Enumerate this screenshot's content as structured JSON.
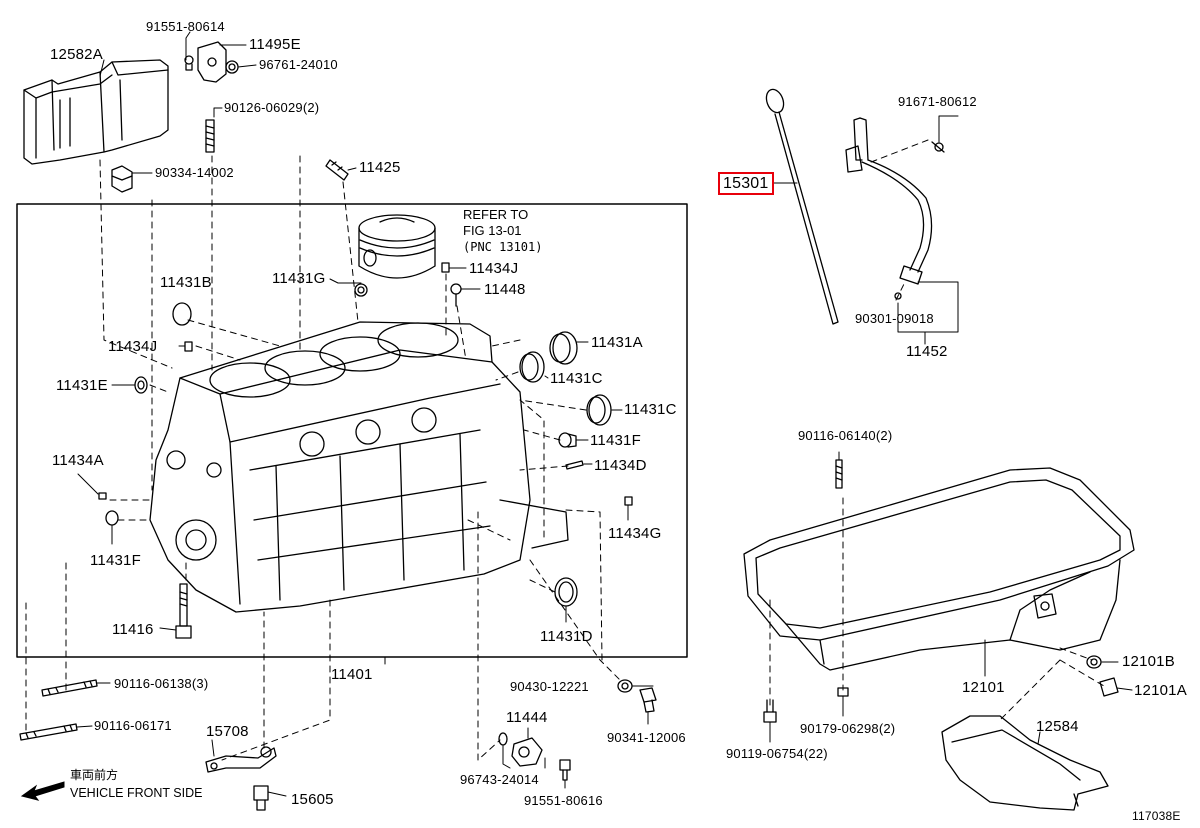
{
  "diagram_id": "117038E",
  "reference": {
    "line1": "REFER TO",
    "line2": "FIG 13-01",
    "line3": "(PNC 13101)"
  },
  "front_note": {
    "japanese": "車両前方",
    "english": "VEHICLE FRONT SIDE"
  },
  "highlight_color": "#e8000b",
  "parts": {
    "p12582A": "12582A",
    "p91551_80614": "91551-80614",
    "p11495E": "11495E",
    "p96761_24010": "96761-24010",
    "p90126_06029": "90126-06029(2)",
    "p90334_14002": "90334-14002",
    "p11425": "11425",
    "p15301": "15301",
    "p91671_80612": "91671-80612",
    "p90301_09018": "90301-09018",
    "p11452": "11452",
    "p11431B": "11431B",
    "p11431G": "11431G",
    "p11434J_top": "11434J",
    "p11448": "11448",
    "p11434J_left": "11434J",
    "p11431A": "11431A",
    "p11431E": "11431E",
    "p11431C_a": "11431C",
    "p11431C_b": "11431C",
    "p11431F_right": "11431F",
    "p11434D": "11434D",
    "p11434A": "11434A",
    "p11434G": "11434G",
    "p11431F_left": "11431F",
    "p11416": "11416",
    "p11431D": "11431D",
    "p11401": "11401",
    "p90116_06138": "90116-06138(3)",
    "p90430_12221": "90430-12221",
    "p90116_06171": "90116-06171",
    "p11444": "11444",
    "p90341_12006": "90341-12006",
    "p15708": "15708",
    "p96743_24014": "96743-24014",
    "p15605": "15605",
    "p91551_80616": "91551-80616",
    "p90116_06140": "90116-06140(2)",
    "p12101B": "12101B",
    "p12101": "12101",
    "p12101A": "12101A",
    "p90179_06298": "90179-06298(2)",
    "p12584": "12584",
    "p90119_06754": "90119-06754(22)"
  }
}
